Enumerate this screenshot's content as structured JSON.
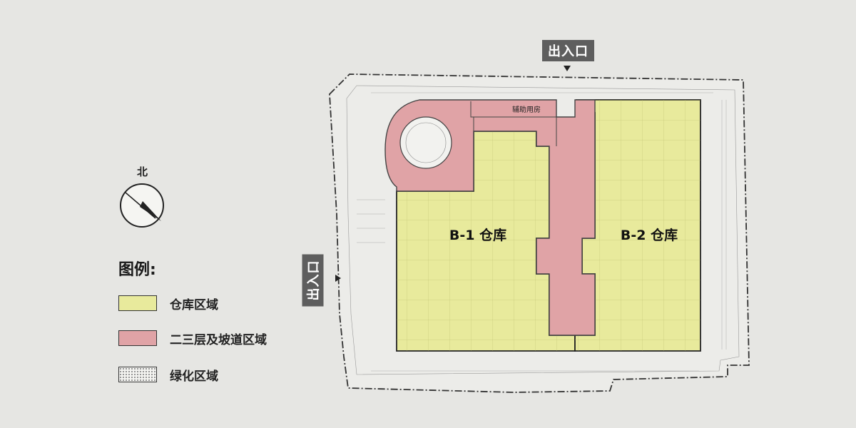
{
  "north_label": "北",
  "gates": {
    "top": "出入口",
    "left": "出入口"
  },
  "zones": {
    "b1": "B-1 仓库",
    "b2": "B-2 仓库",
    "aux": "辅助用房"
  },
  "legend": {
    "title": "图例:",
    "items": [
      {
        "label": "仓库区域",
        "type": "warehouse",
        "color": "#e8ea9c"
      },
      {
        "label": "二三层及坡道区域",
        "type": "ramp",
        "color": "#e0a3a6"
      },
      {
        "label": "绿化区域",
        "type": "green",
        "color": "#f4f4f1"
      }
    ]
  },
  "colors": {
    "warehouse": "#e8ea9c",
    "ramp": "#e0a3a6",
    "background": "#e6e6e3",
    "gate_bg": "#5e5e5e"
  }
}
